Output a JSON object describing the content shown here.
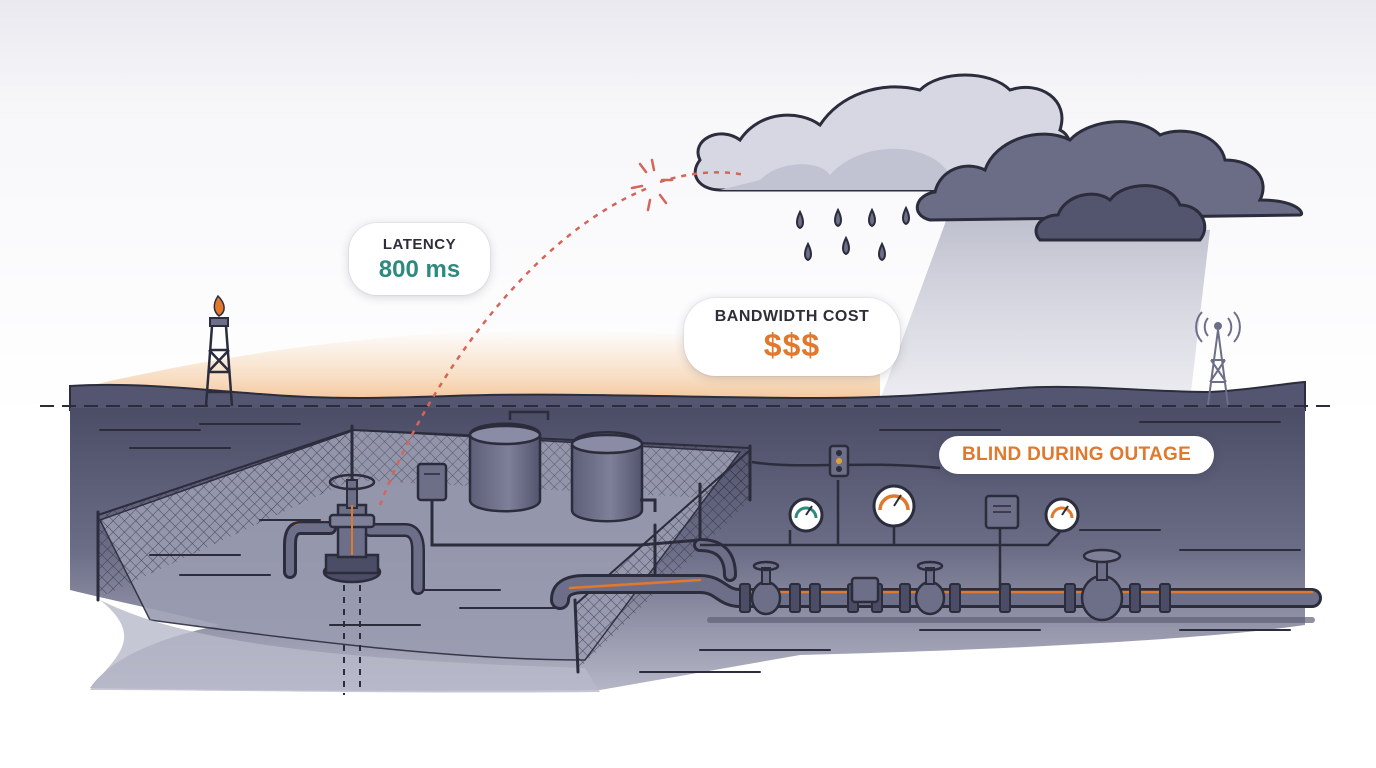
{
  "callouts": {
    "latency": {
      "label": "LATENCY",
      "value": "800 ms"
    },
    "bandwidth": {
      "label": "BANDWIDTH COST",
      "value": "$$$"
    },
    "outage": {
      "label": "BLIND DURING OUTAGE"
    }
  },
  "colors": {
    "ground": "#52536d",
    "ground_light": "#8c8ea6",
    "pad": "#9a9cb1",
    "outline": "#2b2c3c",
    "accent_orange": "#e0782e",
    "accent_teal": "#2e8a7e",
    "signal_dash": "#d4655a",
    "cloud_light": "#d6d7e2",
    "cloud_dark": "#5d5f7a",
    "sky_glow": "#f3c392"
  },
  "icons": [
    "flare-stack-icon",
    "cell-tower-icon",
    "storm-cloud-icon",
    "wellhead-icon",
    "storage-tank-icon",
    "pressure-gauge-icon",
    "valve-icon",
    "traffic-light-icon",
    "junction-box-icon"
  ]
}
